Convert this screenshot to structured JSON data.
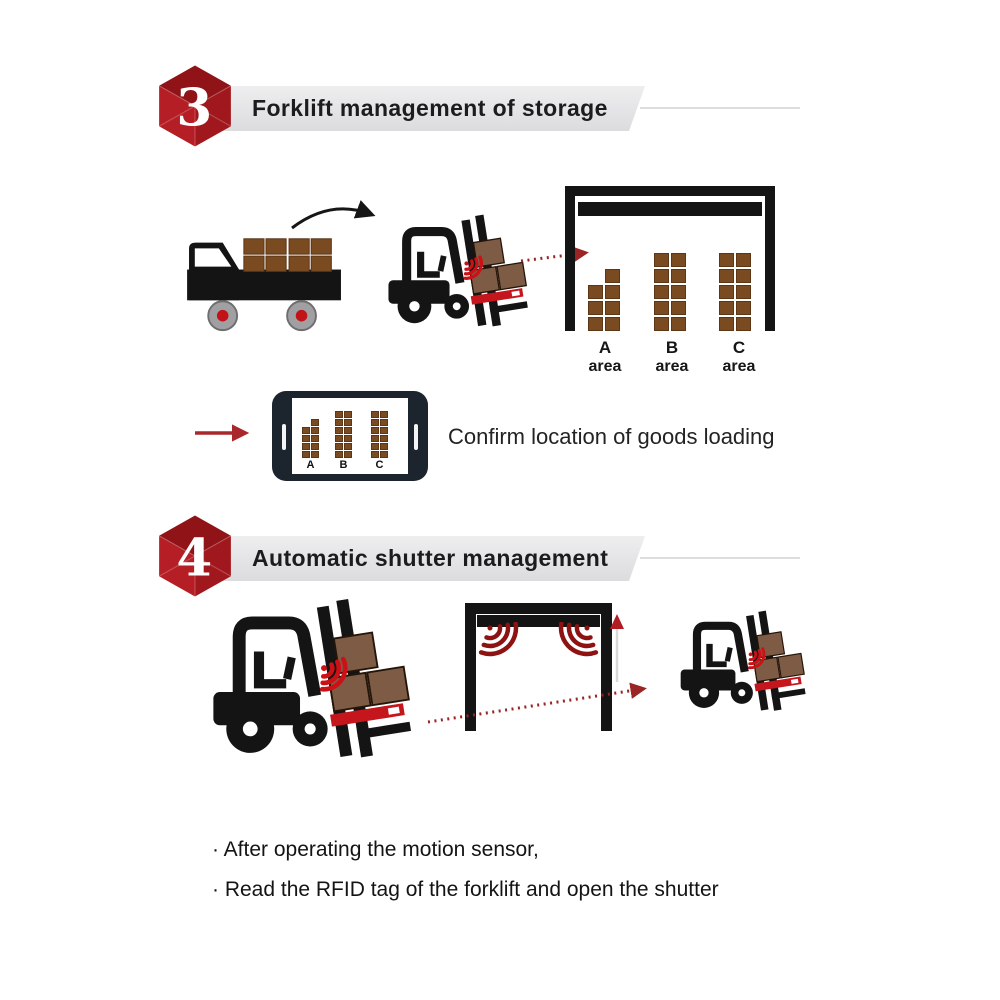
{
  "colors": {
    "accent_red": "#a41a1f",
    "signal_red": "#cc1016",
    "sensor_dark_red": "#8e1212",
    "box_brown": "#7a4a21",
    "forklift_box_brown": "#7d5b45",
    "banner_gray": "#e6e6e8",
    "ink_black": "#141414"
  },
  "section3": {
    "badge_number": "3",
    "title": "Forklift management of storage",
    "warehouse": {
      "areas": [
        {
          "letter": "A",
          "word": "area",
          "columns": [
            3,
            4
          ]
        },
        {
          "letter": "B",
          "word": "area",
          "columns": [
            5,
            5
          ]
        },
        {
          "letter": "C",
          "word": "area",
          "columns": [
            5,
            5
          ]
        }
      ]
    }
  },
  "confirm_row": {
    "caption": "Confirm location of goods loading",
    "phone": {
      "areas": [
        {
          "letter": "A",
          "columns": [
            4,
            5
          ]
        },
        {
          "letter": "B",
          "columns": [
            6,
            6
          ]
        },
        {
          "letter": "C",
          "columns": [
            6,
            6
          ]
        }
      ]
    }
  },
  "section4": {
    "badge_number": "4",
    "title": "Automatic shutter management",
    "bullets": [
      "· After operating the motion sensor,",
      "· Read the RFID tag of the forklift and open the shutter"
    ]
  }
}
